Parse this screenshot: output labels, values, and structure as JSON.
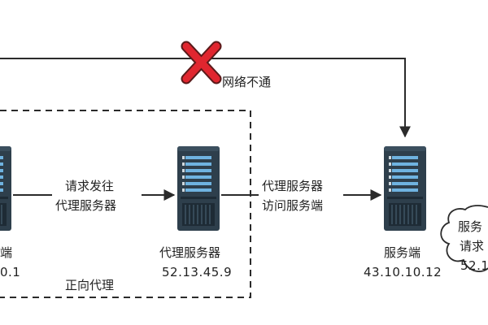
{
  "labels": {
    "blocked": "网络不通",
    "request_line1": "请求发往",
    "request_line2": "代理服务器",
    "proxy_line1": "代理服务器",
    "proxy_line2": "访问服务端",
    "forward_proxy": "正向代理"
  },
  "nodes": {
    "client": {
      "label_fragment": "端",
      "ip_fragment": "0.1"
    },
    "proxy": {
      "label": "代理服务器",
      "ip": "52.13.45.9"
    },
    "server": {
      "label": "服务端",
      "ip": "43.10.10.12"
    },
    "cloud": {
      "line1": "服务",
      "line2": "请求",
      "line3": "52.1"
    }
  },
  "icons": {
    "server": "server-rack-icon",
    "blocked": "cross-mark-icon",
    "cloud": "cloud-icon"
  },
  "colors": {
    "line": "#2b2b2b",
    "server_body": "#2e3f4c",
    "server_dark": "#1e2b35",
    "server_light": "#cfd8dd",
    "accent_blue": "#6fb3e0",
    "cross_red": "#e0262f",
    "cross_outline": "#5a1a1a"
  }
}
